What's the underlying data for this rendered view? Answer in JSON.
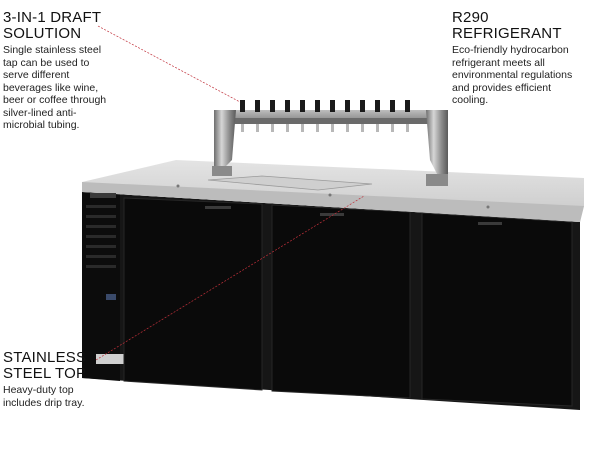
{
  "callouts": {
    "draft": {
      "title": "3-IN-1 DRAFT\nSOLUTION",
      "body": "Single stainless steel\ntap can be used to\nserve different\nbeverages like wine,\nbeer or coffee through\nsilver-lined anti-\nmicrobial tubing."
    },
    "refrigerant": {
      "title": "R290 REFRIGERANT",
      "body": "Eco-friendly hydrocarbon\nrefrigerant  meets all\nenvironmental regulations\nand provides efficient\ncooling."
    },
    "top": {
      "title": "STAINLESS\nSTEEL TOP",
      "body": "Heavy-duty top\nincludes drip tray."
    }
  },
  "product": {
    "tap_count": 12,
    "door_count": 3
  },
  "colors": {
    "cabinet": "#141414",
    "top": "#d9d9d9",
    "chrome": "#9a9a9a",
    "leader": "#c0303a"
  }
}
